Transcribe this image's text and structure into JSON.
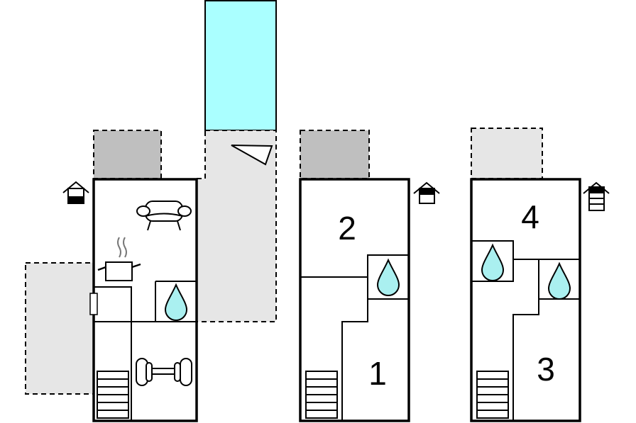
{
  "floors": [
    {
      "name": "ground",
      "label": ""
    },
    {
      "name": "first",
      "rooms": [
        {
          "number": "2"
        },
        {
          "number": "1"
        }
      ]
    },
    {
      "name": "second",
      "rooms": [
        {
          "number": "4"
        },
        {
          "number": "3"
        }
      ]
    }
  ],
  "colors": {
    "pool": "#aaffff",
    "terrace_dark": "#bfbfbf",
    "terrace_light": "#e6e6e6",
    "water": "#aaf0f0",
    "wall": "#000000"
  },
  "icons": [
    "sofa-icon",
    "cooking-pot-icon",
    "bathroom-drop-icon",
    "fitness-dumbbell-icon",
    "stairs-icon",
    "floor-indicator-icon",
    "pool-triangle-icon"
  ]
}
